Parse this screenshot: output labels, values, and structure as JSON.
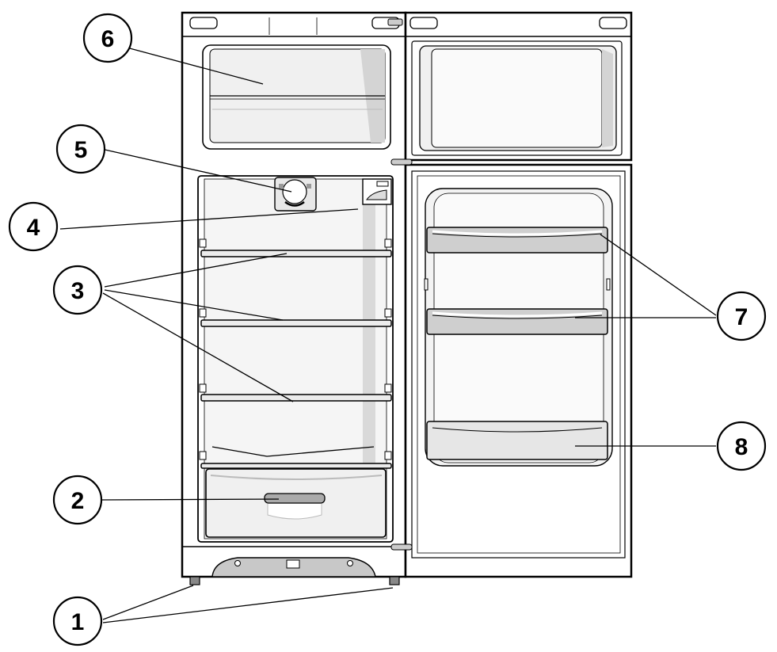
{
  "callouts": {
    "c1": "1",
    "c2": "2",
    "c3": "3",
    "c4": "4",
    "c5": "5",
    "c6": "6",
    "c7": "7",
    "c8": "8"
  },
  "colors": {
    "outline": "#000000",
    "interior": "#f2f2f2",
    "shadow": "#d9d9d9",
    "plinth": "#c8c8c8"
  }
}
